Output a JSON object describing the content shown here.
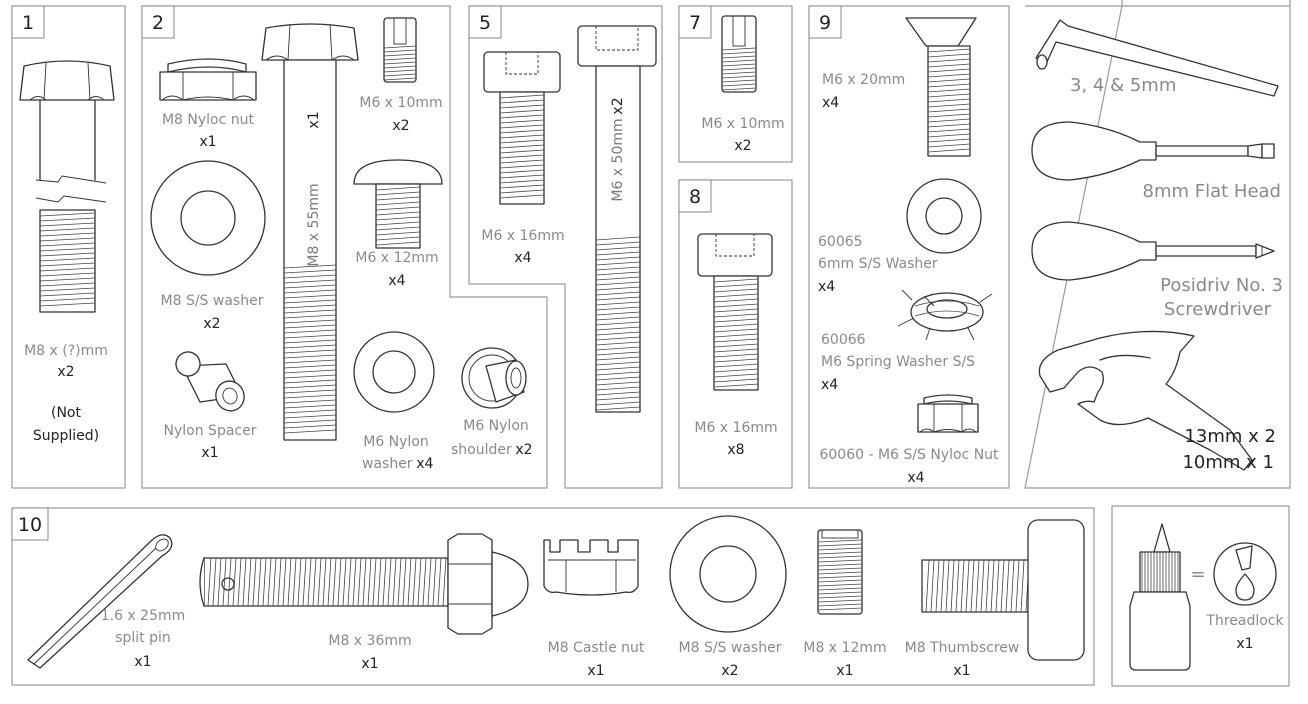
{
  "sections": {
    "s1": {
      "number": "1",
      "label": "M8 x (?)mm",
      "qty": "x2",
      "note_line1": "(Not",
      "note_line2": "Supplied)"
    },
    "s2": {
      "number": "2",
      "nyloc_label": "M8 Nyloc nut",
      "nyloc_qty": "x1",
      "washer_label": "M8 S/S washer",
      "washer_qty": "x2",
      "spacer_label": "Nylon Spacer",
      "spacer_qty": "x1",
      "bolt55_label": "M8 x 55mm",
      "bolt55_qty": "x1",
      "grub_label": "M6 x 10mm",
      "grub_qty": "x2",
      "button_label": "M6 x 12mm",
      "button_qty": "x4",
      "nylon_washer_line1": "M6 Nylon",
      "nylon_washer_line2": "washer",
      "nylon_washer_qty": "x4",
      "shoulder_line1": "M6 Nylon",
      "shoulder_line2": "shoulder",
      "shoulder_qty": "x2"
    },
    "s5": {
      "number": "5",
      "cap16_label": "M6 x 16mm",
      "cap16_qty": "x4",
      "cap50_label": "M6 x 50mm",
      "cap50_qty": "x2"
    },
    "s7": {
      "number": "7",
      "label": "M6 x 10mm",
      "qty": "x2"
    },
    "s8": {
      "number": "8",
      "label": "M6 x 16mm",
      "qty": "x8"
    },
    "s9": {
      "number": "9",
      "csk_label": "M6 x 20mm",
      "csk_qty": "x4",
      "washer_code": "60065",
      "washer_label": "6mm S/S Washer",
      "washer_qty": "x4",
      "spring_code": "60066",
      "spring_label": "M6 Spring Washer S/S",
      "spring_qty": "x4",
      "nut_label": "60060  -  M6 S/S Nyloc Nut",
      "nut_qty": "x4"
    },
    "tools": {
      "allen_label": "3, 4 & 5mm",
      "flat_label": "8mm Flat Head",
      "posi_line1": "Posidriv No. 3",
      "posi_line2": "Screwdriver",
      "spanner_line1": "13mm x 2",
      "spanner_line2": "10mm x 1"
    },
    "s10": {
      "number": "10",
      "pin_line1": "1.6 x 25mm",
      "pin_line2": "split pin",
      "pin_qty": "x1",
      "bolt36_label": "M8 x 36mm",
      "bolt36_qty": "x1",
      "castle_label": "M8 Castle nut",
      "castle_qty": "x1",
      "washer_label": "M8 S/S washer",
      "washer_qty": "x2",
      "grub_label": "M8 x 12mm",
      "grub_qty": "x1",
      "thumb_label": "M8 Thumbscrew",
      "thumb_qty": "x1"
    },
    "threadlock": {
      "equals": "=",
      "label": "Threadlock",
      "qty": "x1"
    }
  }
}
